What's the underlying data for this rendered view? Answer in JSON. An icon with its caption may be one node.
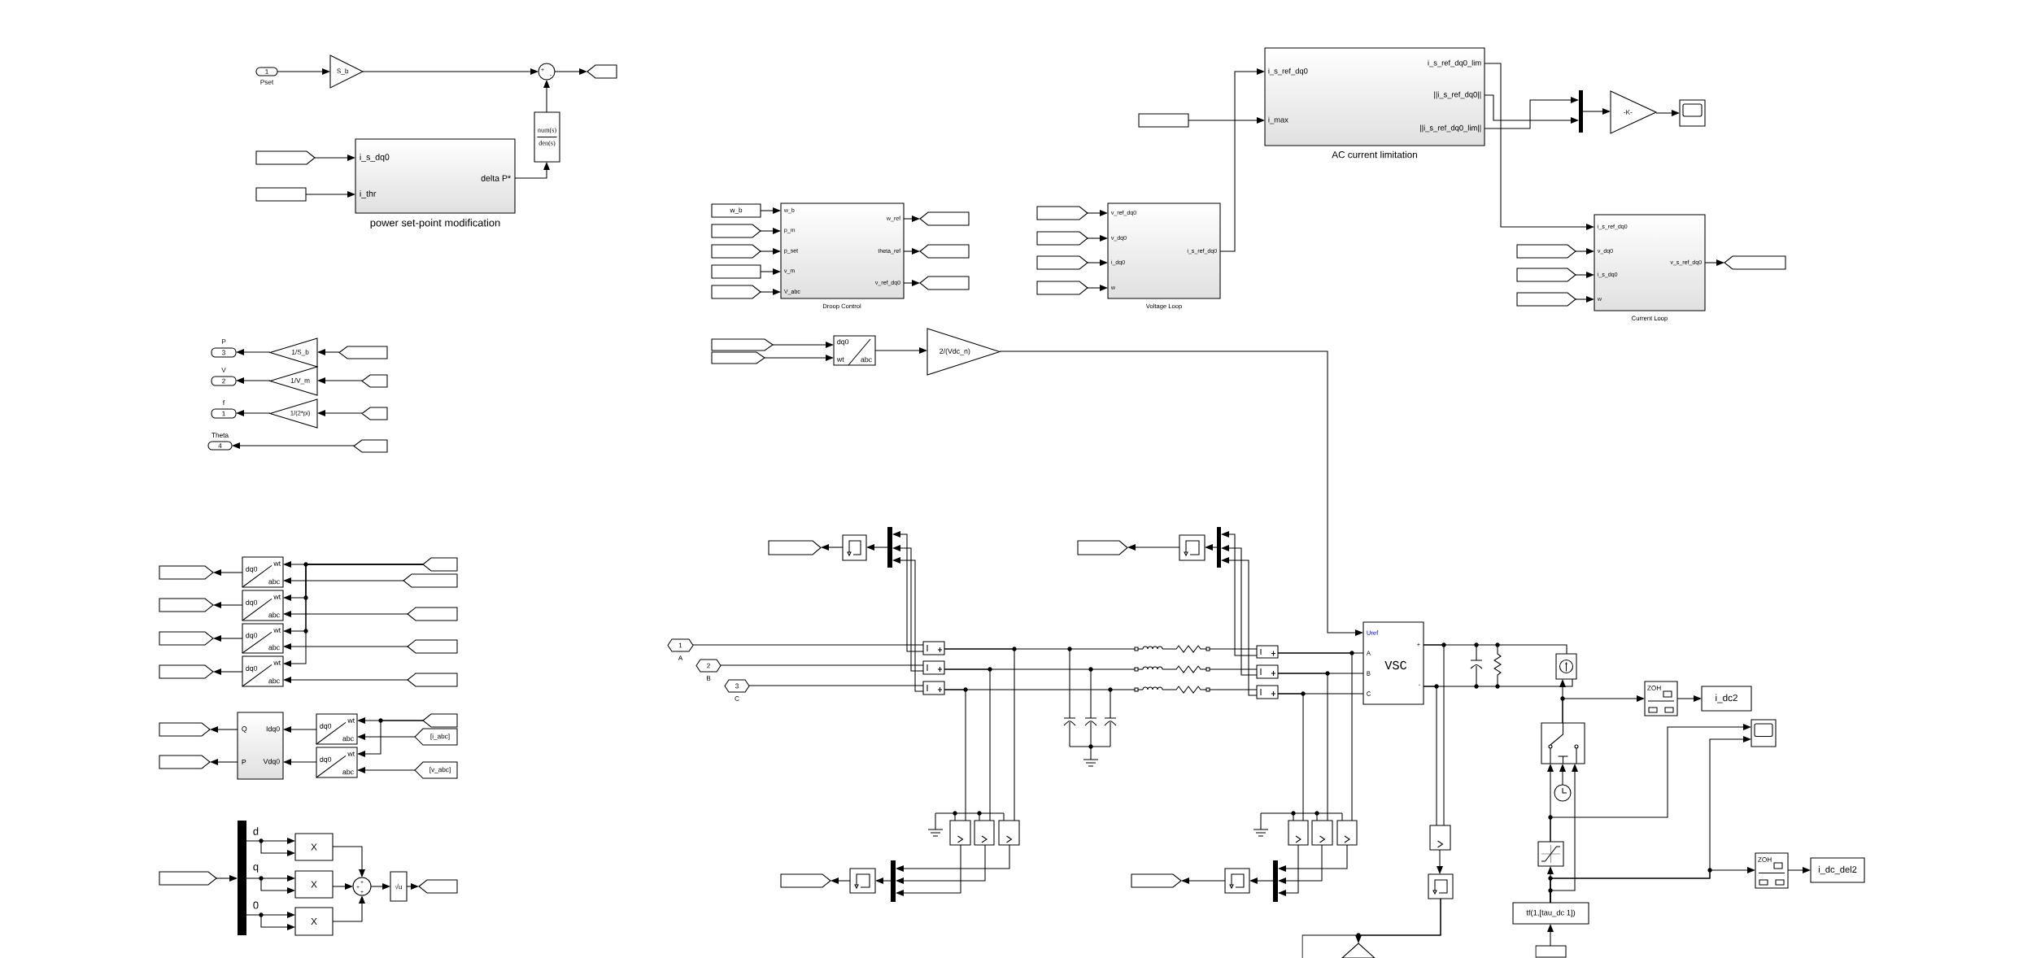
{
  "diagram": {
    "nodes": [
      {
        "text": [
          "1"
        ],
        "beside": [
          "Pset"
        ]
      },
      {
        "text": [
          "S_b"
        ]
      },
      {
        "text": [
          "+",
          "-"
        ]
      },
      {
        "text": [],
        "shape": "tag"
      },
      {
        "text": [
          "num(s)",
          "den(s)"
        ]
      },
      {
        "text": [
          "i_s_dq0",
          "i_thr",
          "delta P*",
          "power set-point modification"
        ]
      },
      {
        "text": [],
        "shape": "tag"
      },
      {
        "text": [],
        "shape": "box"
      },
      {
        "text": [
          "w_b"
        ]
      },
      {
        "text": [],
        "shape": "tag"
      },
      {
        "text": [],
        "shape": "tag"
      },
      {
        "text": [],
        "shape": "box"
      },
      {
        "text": [],
        "shape": "tag"
      },
      {
        "text": [
          "w_b",
          "p_m",
          "p_set",
          "v_m",
          "V_abc",
          "w_ref",
          "theta_ref",
          "v_ref_dq0",
          "Droop Control"
        ]
      },
      {
        "text": [],
        "shape": "tag"
      },
      {
        "text": [],
        "shape": "tag"
      },
      {
        "text": [],
        "shape": "tag"
      },
      {
        "text": [],
        "shape": "tag"
      },
      {
        "text": [],
        "shape": "tag"
      },
      {
        "text": [],
        "shape": "tag"
      },
      {
        "text": [],
        "shape": "tag"
      },
      {
        "text": [
          "v_ref_dq0",
          "v_dq0",
          "i_dq0",
          "w",
          "i_s_ref_dq0",
          "Voltage Loop"
        ]
      },
      {
        "text": [],
        "shape": "box"
      },
      {
        "text": [
          "i_s_ref_dq0",
          "i_max",
          "i_s_ref_dq0_lim",
          "||i_s_ref_dq0||",
          "||i_s_ref_dq0_lim||",
          "AC current limitation"
        ]
      },
      {
        "text": [],
        "shape": "bar"
      },
      {
        "text": [
          "-K-"
        ]
      },
      {
        "text": [],
        "shape": "box"
      },
      {
        "text": [],
        "shape": "tag"
      },
      {
        "text": [],
        "shape": "tag"
      },
      {
        "text": [],
        "shape": "tag"
      },
      {
        "text": [
          "i_s_ref_dq0",
          "v_dq0",
          "i_s_dq0",
          "w",
          "v_s_ref_dq0",
          "Current Loop"
        ]
      },
      {
        "text": [],
        "shape": "tag"
      },
      {
        "text": [
          "3"
        ],
        "beside": [
          "P"
        ]
      },
      {
        "text": [
          "1/S_b"
        ]
      },
      {
        "text": [],
        "shape": "tag"
      },
      {
        "text": [
          "2"
        ],
        "beside": [
          "V"
        ]
      },
      {
        "text": [
          "1/V_m"
        ]
      },
      {
        "text": [],
        "shape": "tag"
      },
      {
        "text": [
          "1"
        ],
        "beside": [
          "f"
        ]
      },
      {
        "text": [
          "1/(2*pi)"
        ]
      },
      {
        "text": [],
        "shape": "tag"
      },
      {
        "text": [
          "4"
        ],
        "beside": [
          "Theta"
        ]
      },
      {
        "text": [],
        "shape": "tag"
      },
      {
        "text": [],
        "shape": "tag"
      },
      {
        "text": [],
        "shape": "tag"
      },
      {
        "text": [
          "dq0",
          "wt",
          "abc"
        ]
      },
      {
        "text": [],
        "shape": "tag"
      },
      {
        "text": [],
        "shape": "tag"
      },
      {
        "text": [
          "dq0",
          "wt",
          "abc"
        ]
      },
      {
        "text": [],
        "shape": "tag"
      },
      {
        "text": [],
        "shape": "tag"
      },
      {
        "text": [
          "dq0",
          "wt",
          "abc"
        ]
      },
      {
        "text": [],
        "shape": "tag"
      },
      {
        "text": [],
        "shape": "tag"
      },
      {
        "text": [
          "dq0",
          "wt",
          "abc"
        ]
      },
      {
        "text": [],
        "shape": "tag"
      },
      {
        "text": [],
        "shape": "tag"
      },
      {
        "text": [
          "[i_abc]"
        ]
      },
      {
        "text": [
          "dq0",
          "wt",
          "abc"
        ]
      },
      {
        "text": [
          "[v_abc]"
        ]
      },
      {
        "text": [
          "dq0",
          "wt",
          "abc"
        ]
      },
      {
        "text": [
          "Q",
          "P",
          "Idq0",
          "Vdq0"
        ]
      },
      {
        "text": [],
        "shape": "tag"
      },
      {
        "text": [],
        "shape": "tag"
      },
      {
        "text": [],
        "shape": "tag"
      },
      {
        "text": [],
        "shape": "bar",
        "beside": [
          "d",
          "q",
          "0"
        ]
      },
      {
        "text": [
          "X"
        ]
      },
      {
        "text": [
          "X"
        ]
      },
      {
        "text": [
          "X"
        ]
      },
      {
        "text": [
          "+",
          "+",
          "+"
        ]
      },
      {
        "text": [
          "√u"
        ]
      },
      {
        "text": [],
        "shape": "tag"
      },
      {
        "text": [
          "1"
        ],
        "beside": [
          "A"
        ]
      },
      {
        "text": [
          "2"
        ],
        "beside": [
          "B"
        ]
      },
      {
        "text": [
          "3"
        ],
        "beside": [
          "C"
        ]
      },
      {
        "text": [],
        "shape": "box"
      },
      {
        "text": [],
        "shape": "box"
      },
      {
        "text": [],
        "shape": "box"
      },
      {
        "text": [],
        "shape": "bar"
      },
      {
        "text": [],
        "shape": "box"
      },
      {
        "text": [],
        "shape": "tag"
      },
      {
        "text": [],
        "shape": "bar"
      },
      {
        "text": [],
        "shape": "box"
      },
      {
        "text": [],
        "shape": "tag"
      },
      {
        "text": [],
        "shape": "box"
      },
      {
        "text": [],
        "shape": "box"
      },
      {
        "text": [],
        "shape": "box"
      },
      {
        "text": [
          "Uref",
          "A",
          "B",
          "C",
          "+",
          "-",
          "VSC"
        ]
      },
      {
        "text": [],
        "shape": "box"
      },
      {
        "text": [],
        "shape": "box"
      },
      {
        "text": [],
        "shape": "box"
      },
      {
        "text": [],
        "shape": "bar"
      },
      {
        "text": [],
        "shape": "box"
      },
      {
        "text": [],
        "shape": "tag"
      },
      {
        "text": [],
        "shape": "box"
      },
      {
        "text": [],
        "shape": "box"
      },
      {
        "text": [],
        "shape": "box"
      },
      {
        "text": [],
        "shape": "bar"
      },
      {
        "text": [],
        "shape": "box"
      },
      {
        "text": [],
        "shape": "tag"
      },
      {
        "text": [],
        "shape": "tag"
      },
      {
        "text": [],
        "shape": "tag"
      },
      {
        "text": [
          "dq0",
          "wt",
          "abc"
        ]
      },
      {
        "text": [
          "2/(Vdc_n)"
        ]
      },
      {
        "text": [],
        "shape": "box"
      },
      {
        "text": [],
        "shape": "box"
      },
      {
        "text": [],
        "shape": "box"
      },
      {
        "text": [],
        "shape": "triangle"
      },
      {
        "text": [],
        "shape": "box"
      },
      {
        "text": [],
        "shape": "circle"
      },
      {
        "text": [],
        "shape": "box"
      },
      {
        "text": [
          "tf(1,[tau_dc 1])"
        ]
      },
      {
        "text": [],
        "shape": "box"
      },
      {
        "text": [
          "ZOH"
        ]
      },
      {
        "text": [
          "i_dc2"
        ]
      },
      {
        "text": [],
        "shape": "box"
      },
      {
        "text": [
          "ZOH"
        ]
      },
      {
        "text": [
          "i_dc_del2"
        ]
      }
    ],
    "edges": [
      {
        "from": 0,
        "to": 1,
        "arrow": "to"
      },
      {
        "from": 1,
        "to": 2,
        "arrow": "to"
      },
      {
        "from": 2,
        "to": 3,
        "arrow": "to"
      },
      {
        "from": 4,
        "to": 2,
        "arrow": "to"
      },
      {
        "from": 5,
        "to": 4,
        "arrow": "to"
      },
      {
        "from": 6,
        "to": 5,
        "arrow": "to"
      },
      {
        "from": 7,
        "to": 5,
        "arrow": "to"
      },
      {
        "from": 8,
        "to": 13,
        "arrow": "to"
      },
      {
        "from": 9,
        "to": 13,
        "arrow": "to"
      },
      {
        "from": 10,
        "to": 13,
        "arrow": "to"
      },
      {
        "from": 11,
        "to": 13,
        "arrow": "to"
      },
      {
        "from": 12,
        "to": 13,
        "arrow": "to"
      },
      {
        "from": 13,
        "to": 14,
        "arrow": "to"
      },
      {
        "from": 13,
        "to": 15,
        "arrow": "to"
      },
      {
        "from": 13,
        "to": 16,
        "arrow": "to"
      },
      {
        "from": 17,
        "to": 21,
        "arrow": "to"
      },
      {
        "from": 18,
        "to": 21,
        "arrow": "to"
      },
      {
        "from": 19,
        "to": 21,
        "arrow": "to"
      },
      {
        "from": 20,
        "to": 21,
        "arrow": "to"
      },
      {
        "from": 21,
        "to": 23,
        "arrow": "to"
      },
      {
        "from": 22,
        "to": 23,
        "arrow": "to"
      },
      {
        "from": 23,
        "to": 30,
        "arrow": "to"
      },
      {
        "from": 23,
        "to": 24,
        "arrow": "to"
      },
      {
        "from": 23,
        "to": 24,
        "arrow": "to"
      },
      {
        "from": 24,
        "to": 25,
        "arrow": "to"
      },
      {
        "from": 25,
        "to": 26,
        "arrow": "to"
      },
      {
        "from": 27,
        "to": 30,
        "arrow": "to"
      },
      {
        "from": 28,
        "to": 30,
        "arrow": "to"
      },
      {
        "from": 29,
        "to": 30,
        "arrow": "to"
      },
      {
        "from": 30,
        "to": 31,
        "arrow": "to"
      },
      {
        "from": 34,
        "to": 33,
        "arrow": "to"
      },
      {
        "from": 33,
        "to": 32,
        "arrow": "to"
      },
      {
        "from": 37,
        "to": 36,
        "arrow": "to"
      },
      {
        "from": 36,
        "to": 35,
        "arrow": "to"
      },
      {
        "from": 40,
        "to": 39,
        "arrow": "to"
      },
      {
        "from": 39,
        "to": 38,
        "arrow": "to"
      },
      {
        "from": 42,
        "to": 41,
        "arrow": "to"
      },
      {
        "from": 43,
        "to": 45,
        "arrow": "to"
      },
      {
        "from": 43,
        "to": 48,
        "arrow": "to"
      },
      {
        "from": 43,
        "to": 51,
        "arrow": "to"
      },
      {
        "from": 43,
        "to": 54,
        "arrow": "to"
      },
      {
        "from": 44,
        "to": 45,
        "arrow": "to"
      },
      {
        "from": 45,
        "to": 46,
        "arrow": "to"
      },
      {
        "from": 47,
        "to": 48,
        "arrow": "to"
      },
      {
        "from": 48,
        "to": 49,
        "arrow": "to"
      },
      {
        "from": 50,
        "to": 51,
        "arrow": "to"
      },
      {
        "from": 51,
        "to": 52,
        "arrow": "to"
      },
      {
        "from": 53,
        "to": 54,
        "arrow": "to"
      },
      {
        "from": 54,
        "to": 55,
        "arrow": "to"
      },
      {
        "from": 56,
        "to": 58,
        "arrow": "to"
      },
      {
        "from": 56,
        "to": 60,
        "arrow": "to"
      },
      {
        "from": 57,
        "to": 58,
        "arrow": "to"
      },
      {
        "from": 59,
        "to": 60,
        "arrow": "to"
      },
      {
        "from": 58,
        "to": 61,
        "arrow": "to"
      },
      {
        "from": 60,
        "to": 61,
        "arrow": "to"
      },
      {
        "from": 61,
        "to": 62,
        "arrow": "to"
      },
      {
        "from": 61,
        "to": 63,
        "arrow": "to"
      },
      {
        "from": 64,
        "to": 65,
        "arrow": "to"
      },
      {
        "from": 65,
        "to": 66,
        "arrow": "to"
      },
      {
        "from": 65,
        "to": 67,
        "arrow": "to"
      },
      {
        "from": 65,
        "to": 68,
        "arrow": "to"
      },
      {
        "from": 66,
        "to": 69,
        "arrow": "to"
      },
      {
        "from": 67,
        "to": 69,
        "arrow": "to"
      },
      {
        "from": 68,
        "to": 69,
        "arrow": "to"
      },
      {
        "from": 69,
        "to": 70,
        "arrow": "to"
      },
      {
        "from": 70,
        "to": 71,
        "arrow": "to"
      },
      {
        "from": 72,
        "to": 75,
        "arrow": "none"
      },
      {
        "from": 73,
        "to": 76,
        "arrow": "none"
      },
      {
        "from": 74,
        "to": 77,
        "arrow": "none"
      },
      {
        "from": 75,
        "to": 84,
        "arrow": "none"
      },
      {
        "from": 76,
        "to": 85,
        "arrow": "none"
      },
      {
        "from": 77,
        "to": 86,
        "arrow": "none"
      },
      {
        "from": 84,
        "to": 87,
        "arrow": "none"
      },
      {
        "from": 85,
        "to": 87,
        "arrow": "none"
      },
      {
        "from": 86,
        "to": 87,
        "arrow": "none"
      },
      {
        "from": 75,
        "to": 78,
        "arrow": "to"
      },
      {
        "from": 76,
        "to": 78,
        "arrow": "to"
      },
      {
        "from": 77,
        "to": 78,
        "arrow": "to"
      },
      {
        "from": 78,
        "to": 79,
        "arrow": "to"
      },
      {
        "from": 79,
        "to": 80,
        "arrow": "to"
      },
      {
        "from": 84,
        "to": 81,
        "arrow": "to"
      },
      {
        "from": 85,
        "to": 81,
        "arrow": "to"
      },
      {
        "from": 86,
        "to": 81,
        "arrow": "to"
      },
      {
        "from": 81,
        "to": 82,
        "arrow": "to"
      },
      {
        "from": 82,
        "to": 83,
        "arrow": "to"
      },
      {
        "from": 77,
        "to": 88,
        "arrow": "none"
      },
      {
        "from": 76,
        "to": 89,
        "arrow": "none"
      },
      {
        "from": 75,
        "to": 90,
        "arrow": "none"
      },
      {
        "from": 86,
        "to": 94,
        "arrow": "none"
      },
      {
        "from": 85,
        "to": 95,
        "arrow": "none"
      },
      {
        "from": 84,
        "to": 96,
        "arrow": "none"
      },
      {
        "from": 88,
        "to": 91,
        "arrow": "to"
      },
      {
        "from": 89,
        "to": 91,
        "arrow": "to"
      },
      {
        "from": 90,
        "to": 91,
        "arrow": "to"
      },
      {
        "from": 91,
        "to": 92,
        "arrow": "to"
      },
      {
        "from": 92,
        "to": 93,
        "arrow": "to"
      },
      {
        "from": 94,
        "to": 97,
        "arrow": "to"
      },
      {
        "from": 95,
        "to": 97,
        "arrow": "to"
      },
      {
        "from": 96,
        "to": 97,
        "arrow": "to"
      },
      {
        "from": 97,
        "to": 98,
        "arrow": "to"
      },
      {
        "from": 98,
        "to": 99,
        "arrow": "to"
      },
      {
        "from": 100,
        "to": 102,
        "arrow": "to"
      },
      {
        "from": 101,
        "to": 102,
        "arrow": "to"
      },
      {
        "from": 102,
        "to": 103,
        "arrow": "to"
      },
      {
        "from": 103,
        "to": 87,
        "arrow": "to"
      },
      {
        "from": 87,
        "to": 104,
        "arrow": "none"
      },
      {
        "from": 87,
        "to": 105,
        "arrow": "none"
      },
      {
        "from": 105,
        "to": 106,
        "arrow": "to"
      },
      {
        "from": 106,
        "to": 107,
        "arrow": "to"
      },
      {
        "from": 106,
        "to": null,
        "arrow": "none"
      },
      {
        "from": 108,
        "to": 104,
        "arrow": "to"
      },
      {
        "from": 108,
        "to": 113,
        "arrow": "to"
      },
      {
        "from": 113,
        "to": 114,
        "arrow": "to"
      },
      {
        "from": 109,
        "to": 108,
        "arrow": "to"
      },
      {
        "from": 110,
        "to": 108,
        "arrow": "to"
      },
      {
        "from": 111,
        "to": 108,
        "arrow": "to"
      },
      {
        "from": 111,
        "to": 110,
        "arrow": "to"
      },
      {
        "from": 110,
        "to": 115,
        "arrow": "to"
      },
      {
        "from": 111,
        "to": 115,
        "arrow": "to"
      },
      {
        "from": 111,
        "to": 116,
        "arrow": "to"
      },
      {
        "from": 116,
        "to": 117,
        "arrow": "to"
      },
      {
        "from": 112,
        "to": 111,
        "arrow": "to"
      }
    ]
  }
}
